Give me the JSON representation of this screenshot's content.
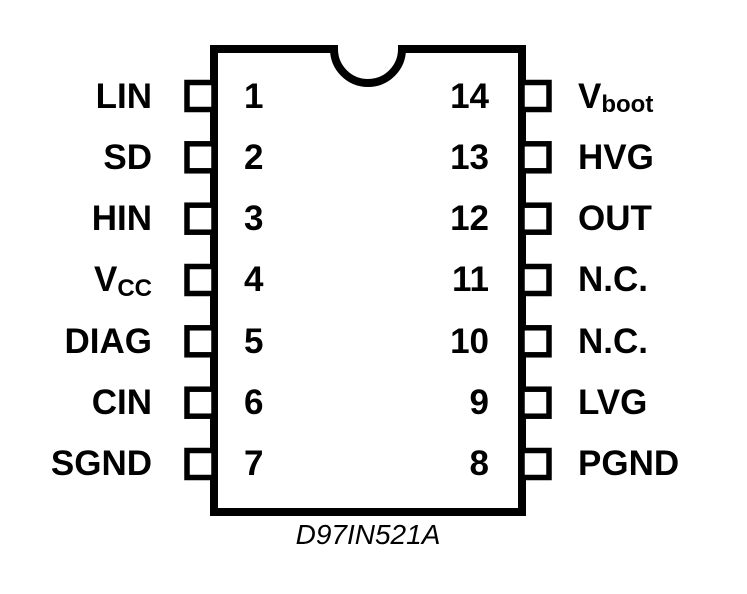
{
  "diagram": {
    "caption": "D97IN521A",
    "colors": {
      "ink": "#000000",
      "background": "#ffffff"
    },
    "pins": {
      "left": [
        {
          "number": "1",
          "base": "LIN",
          "sub": ""
        },
        {
          "number": "2",
          "base": "SD",
          "sub": ""
        },
        {
          "number": "3",
          "base": "HIN",
          "sub": ""
        },
        {
          "number": "4",
          "base": "V",
          "sub": "CC"
        },
        {
          "number": "5",
          "base": "DIAG",
          "sub": ""
        },
        {
          "number": "6",
          "base": "CIN",
          "sub": ""
        },
        {
          "number": "7",
          "base": "SGND",
          "sub": ""
        }
      ],
      "right": [
        {
          "number": "14",
          "base": "V",
          "sub": "boot"
        },
        {
          "number": "13",
          "base": "HVG",
          "sub": ""
        },
        {
          "number": "12",
          "base": "OUT",
          "sub": ""
        },
        {
          "number": "11",
          "base": "N.C.",
          "sub": ""
        },
        {
          "number": "10",
          "base": "N.C.",
          "sub": ""
        },
        {
          "number": "9",
          "base": "LVG",
          "sub": ""
        },
        {
          "number": "8",
          "base": "PGND",
          "sub": ""
        }
      ]
    }
  }
}
